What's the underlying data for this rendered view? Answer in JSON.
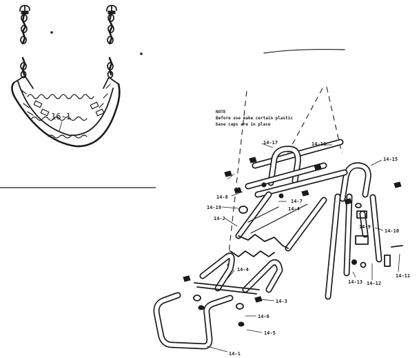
{
  "swing": {
    "label": "16-1"
  },
  "note": {
    "lines": [
      "NOTE",
      "Before use make certain plastic",
      "base caps are in place"
    ]
  },
  "parts": [
    {
      "id": "p14_17",
      "label": "14-17"
    },
    {
      "id": "p14_16",
      "label": "14-16"
    },
    {
      "id": "p14_15",
      "label": "14-15"
    },
    {
      "id": "p14_8",
      "label": "14-8"
    },
    {
      "id": "p14_7",
      "label": "14-7"
    },
    {
      "id": "p14_4a",
      "label": "14-4"
    },
    {
      "id": "p14_19",
      "label": "14-19"
    },
    {
      "id": "p14_2",
      "label": "14-2"
    },
    {
      "id": "p14_9",
      "label": "14-9"
    },
    {
      "id": "p14_10",
      "label": "14-10"
    },
    {
      "id": "p14_11",
      "label": "14-11"
    },
    {
      "id": "p14_13",
      "label": "14-13"
    },
    {
      "id": "p14_12",
      "label": "14-12"
    },
    {
      "id": "p14_4b",
      "label": "14-4"
    },
    {
      "id": "p14_3",
      "label": "14-3"
    },
    {
      "id": "p14_6",
      "label": "14-6"
    },
    {
      "id": "p14_5",
      "label": "14-5"
    },
    {
      "id": "p14_1",
      "label": "14-1"
    }
  ]
}
